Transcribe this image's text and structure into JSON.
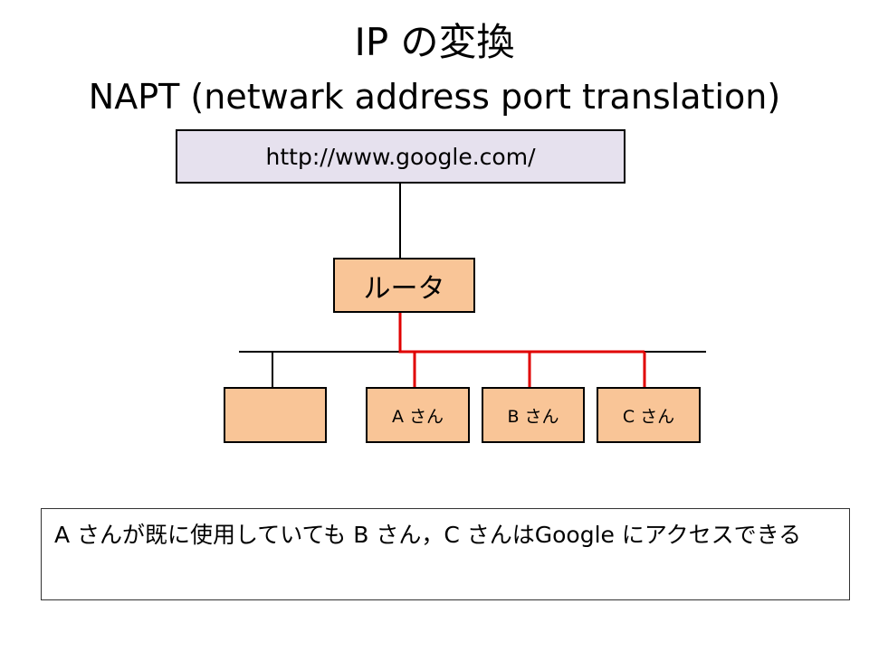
{
  "title": {
    "line1": "IP の変換",
    "line2": "NAPT (netwark address port translation)"
  },
  "server": {
    "label": "http://www.google.com/"
  },
  "router": {
    "label": "ルータ"
  },
  "hosts": [
    {
      "label": ""
    },
    {
      "label": "A さん"
    },
    {
      "label": "B さん"
    },
    {
      "label": "C さん"
    }
  ],
  "note": {
    "text": "A さんが既に使用していても B さん，C さんはGoogle にアクセスできる"
  },
  "colors": {
    "box_fill": "#f9c597",
    "server_fill": "#e6e1ee",
    "highlight_line": "#e00000"
  }
}
